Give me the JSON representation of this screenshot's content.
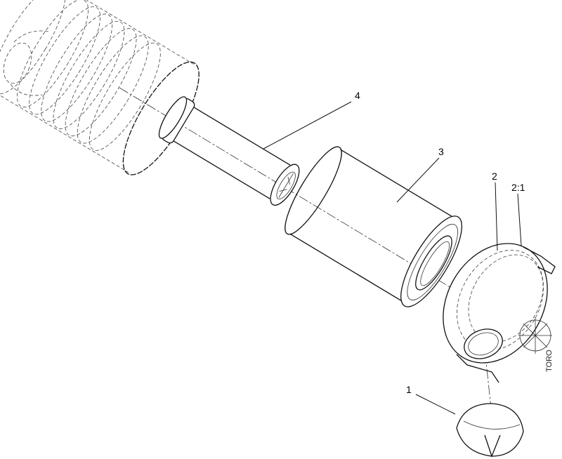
{
  "diagram": {
    "callouts": [
      {
        "id": "callout-4",
        "label": "4"
      },
      {
        "id": "callout-3",
        "label": "3"
      },
      {
        "id": "callout-2",
        "label": "2"
      },
      {
        "id": "callout-2-1",
        "label": "2:1"
      },
      {
        "id": "callout-1",
        "label": "1"
      }
    ],
    "cover_logo_text": "TORO"
  }
}
